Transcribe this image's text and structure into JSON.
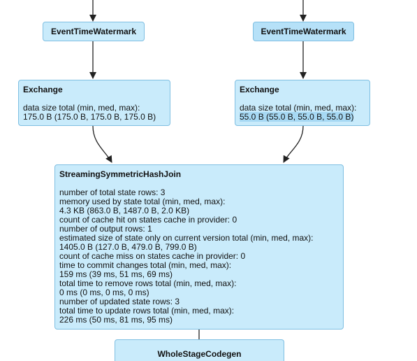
{
  "nodes": {
    "left_watermark": {
      "label": "EventTimeWatermark"
    },
    "right_watermark": {
      "label": "EventTimeWatermark"
    },
    "left_exchange": {
      "title": "Exchange",
      "metric_label": "data size total (min, med, max):",
      "metric_value": "175.0 B (175.0 B, 175.0 B, 175.0 B)"
    },
    "right_exchange": {
      "title": "Exchange",
      "metric_label": "data size total (min, med, max):",
      "metric_value": "55.0 B (55.0 B, 55.0 B, 55.0 B)"
    },
    "join": {
      "title": "StreamingSymmetricHashJoin",
      "metrics": [
        "number of total state rows: 3",
        "memory used by state total (min, med, max):",
        "4.3 KB (863.0 B, 1487.0 B, 2.0 KB)",
        "count of cache hit on states cache in provider: 0",
        "number of output rows: 1",
        "estimated size of state only on current version total (min, med, max):",
        "1405.0 B (127.0 B, 479.0 B, 799.0 B)",
        "count of cache miss on states cache in provider: 0",
        "time to commit changes total (min, med, max):",
        "159 ms (39 ms, 51 ms, 69 ms)",
        "total time to remove rows total (min, med, max):",
        "0 ms (0 ms, 0 ms, 0 ms)",
        "number of updated state rows: 3",
        "total time to update rows total (min, med, max):",
        "226 ms (50 ms, 81 ms, 95 ms)"
      ]
    },
    "codegen": {
      "label": "WholeStageCodegen"
    }
  }
}
